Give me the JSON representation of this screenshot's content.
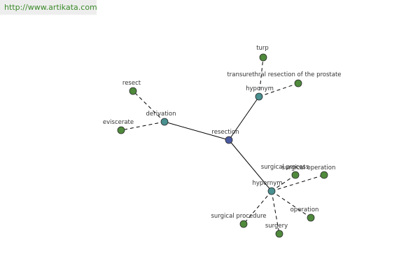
{
  "watermark": {
    "text": "http://www.artikata.com"
  },
  "colors": {
    "center": "#4a5aa0",
    "relation": "#4a9090",
    "leaf": "#4f8a3c",
    "edge": "#000000"
  },
  "nodes": [
    {
      "id": "resection",
      "label": "resection",
      "kind": "center"
    },
    {
      "id": "hyponym",
      "label": "hyponym",
      "kind": "relation"
    },
    {
      "id": "derivation",
      "label": "derivation",
      "kind": "relation"
    },
    {
      "id": "hypernym",
      "label": "hypernym",
      "kind": "relation"
    },
    {
      "id": "turp",
      "label": "turp",
      "kind": "leaf"
    },
    {
      "id": "turp_full",
      "label": "transurethral resection of the prostate",
      "kind": "leaf"
    },
    {
      "id": "resect",
      "label": "resect",
      "kind": "leaf"
    },
    {
      "id": "eviscerate",
      "label": "eviscerate",
      "kind": "leaf"
    },
    {
      "id": "surgical_process",
      "label": "surgical process",
      "kind": "leaf"
    },
    {
      "id": "surgical_operation",
      "label": "surgical operation",
      "kind": "leaf"
    },
    {
      "id": "operation",
      "label": "operation",
      "kind": "leaf"
    },
    {
      "id": "surgical_procedure",
      "label": "surgical procedure",
      "kind": "leaf"
    },
    {
      "id": "surgery",
      "label": "surgery",
      "kind": "leaf"
    }
  ],
  "edges": [
    {
      "from": "resection",
      "to": "hyponym",
      "style": "solid"
    },
    {
      "from": "resection",
      "to": "derivation",
      "style": "solid"
    },
    {
      "from": "resection",
      "to": "hypernym",
      "style": "solid"
    },
    {
      "from": "hyponym",
      "to": "turp",
      "style": "dashed"
    },
    {
      "from": "hyponym",
      "to": "turp_full",
      "style": "dashed"
    },
    {
      "from": "derivation",
      "to": "resect",
      "style": "dashed"
    },
    {
      "from": "derivation",
      "to": "eviscerate",
      "style": "dashed"
    },
    {
      "from": "hypernym",
      "to": "surgical_process",
      "style": "dashed"
    },
    {
      "from": "hypernym",
      "to": "surgical_operation",
      "style": "dashed"
    },
    {
      "from": "hypernym",
      "to": "operation",
      "style": "dashed"
    },
    {
      "from": "hypernym",
      "to": "surgical_procedure",
      "style": "dashed"
    },
    {
      "from": "hypernym",
      "to": "surgery",
      "style": "dashed"
    }
  ]
}
